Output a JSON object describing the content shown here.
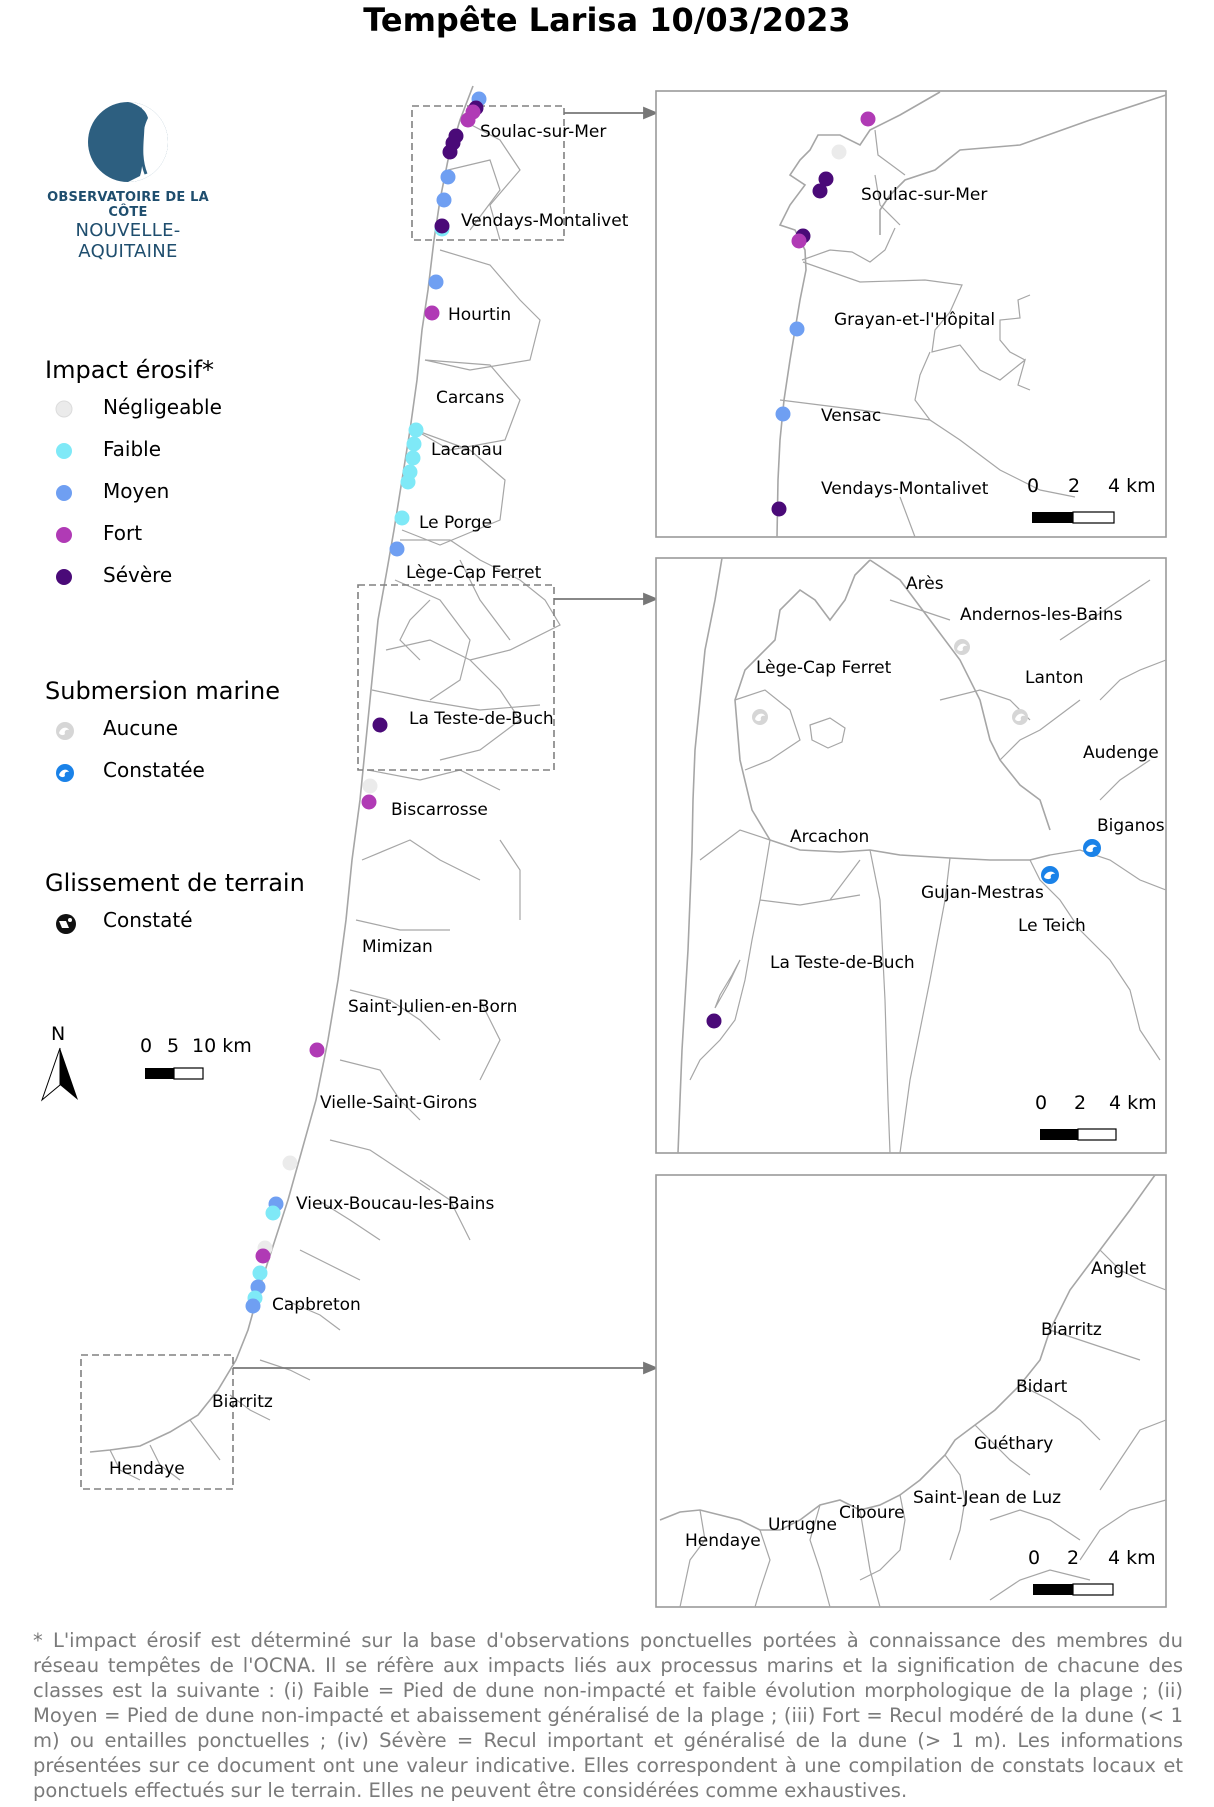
{
  "title": "Tempête Larisa 10/03/2023",
  "logo": {
    "line1": "OBSERVATOIRE DE LA CÔTE",
    "line2": "NOUVELLE-AQUITAINE"
  },
  "colors": {
    "negligeable": "#ebebeb",
    "faible": "#7fe9f7",
    "moyen": "#6f9ff2",
    "fort": "#b03ab5",
    "severe": "#4a0a78",
    "submersion": "#1a82e8",
    "line": "#a6a6a6",
    "frame": "#9a9a9a",
    "arrow": "#777777"
  },
  "legend": {
    "impact_title": "Impact érosif*",
    "impact": [
      {
        "label": "Négligeable",
        "class": "negligeable"
      },
      {
        "label": "Faible",
        "class": "faible"
      },
      {
        "label": "Moyen",
        "class": "moyen"
      },
      {
        "label": "Fort",
        "class": "fort"
      },
      {
        "label": "Sévère",
        "class": "severe"
      }
    ],
    "submersion_title": "Submersion marine",
    "submersion": [
      {
        "label": "Aucune",
        "icon": "wave-gray-icon"
      },
      {
        "label": "Constatée",
        "icon": "wave-blue-icon"
      }
    ],
    "landslide_title": "Glissement de terrain",
    "landslide": [
      {
        "label": "Constaté",
        "icon": "landslide-icon"
      }
    ]
  },
  "north_label": "N",
  "main_scale": {
    "labels": [
      "0",
      "5",
      "10 km"
    ]
  },
  "main_places": [
    "Soulac-sur-Mer",
    "Vendays-Montalivet",
    "Hourtin",
    "Carcans",
    "Lacanau",
    "Le Porge",
    "Lège-Cap Ferret",
    "La Teste-de-Buch",
    "Biscarrosse",
    "Mimizan",
    "Saint-Julien-en-Born",
    "Vielle-Saint-Girons",
    "Vieux-Boucau-les-Bains",
    "Capbreton",
    "Biarritz",
    "Hendaye"
  ],
  "inset1_places": [
    "Soulac-sur-Mer",
    "Grayan-et-l'Hôpital",
    "Vensac",
    "Vendays-Montalivet"
  ],
  "inset2_places": [
    "Arès",
    "Andernos-les-Bains",
    "Lège-Cap Ferret",
    "Lanton",
    "Audenge",
    "Biganos",
    "Arcachon",
    "Gujan-Mestras",
    "Le Teich",
    "La Teste-de-Buch"
  ],
  "inset3_places": [
    "Anglet",
    "Biarritz",
    "Bidart",
    "Guéthary",
    "Saint-Jean de Luz",
    "Ciboure",
    "Urrugne",
    "Hendaye"
  ],
  "inset_scale": {
    "labels": [
      "0",
      "2",
      "4 km"
    ]
  },
  "footnote": "* L'impact érosif est déterminé sur la base d'observations ponctuelles portées à connaissance des membres du réseau tempêtes de l'OCNA. Il se réfère aux impacts liés aux processus marins et la signification de chacune des classes est la suivante : (i) Faible = Pied de dune non-impacté et faible évolution morphologique de la plage ; (ii) Moyen = Pied de dune non-impacté et abaissement généralisé de la plage ; (iii) Fort = Recul modéré de la dune (< 1 m) ou entailles ponctuelles ; (iv) Sévère = Recul important et généralisé de la dune (> 1 m). Les informations présentées sur ce document ont une valeur indicative. Elles correspondent à une compilation de constats locaux et ponctuels effectués sur le terrain. Elles ne peuvent être considérées comme exhaustives."
}
